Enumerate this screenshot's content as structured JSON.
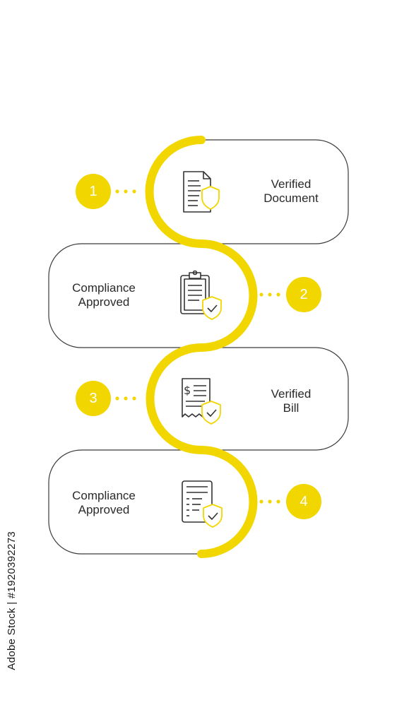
{
  "colors": {
    "accent": "#f2d600",
    "line": "#3a3a3a",
    "background": "#ffffff"
  },
  "steps": [
    {
      "number": "1",
      "label_line1": "Verified",
      "label_line2": "Document",
      "icon": "document-shield-icon"
    },
    {
      "number": "2",
      "label_line1": "Compliance",
      "label_line2": "Approved",
      "icon": "clipboard-shield-icon"
    },
    {
      "number": "3",
      "label_line1": "Verified",
      "label_line2": "Bill",
      "icon": "bill-shield-icon"
    },
    {
      "number": "4",
      "label_line1": "Compliance",
      "label_line2": "Approved",
      "icon": "form-shield-icon"
    }
  ],
  "watermark": "Adobe Stock | #1920392273"
}
